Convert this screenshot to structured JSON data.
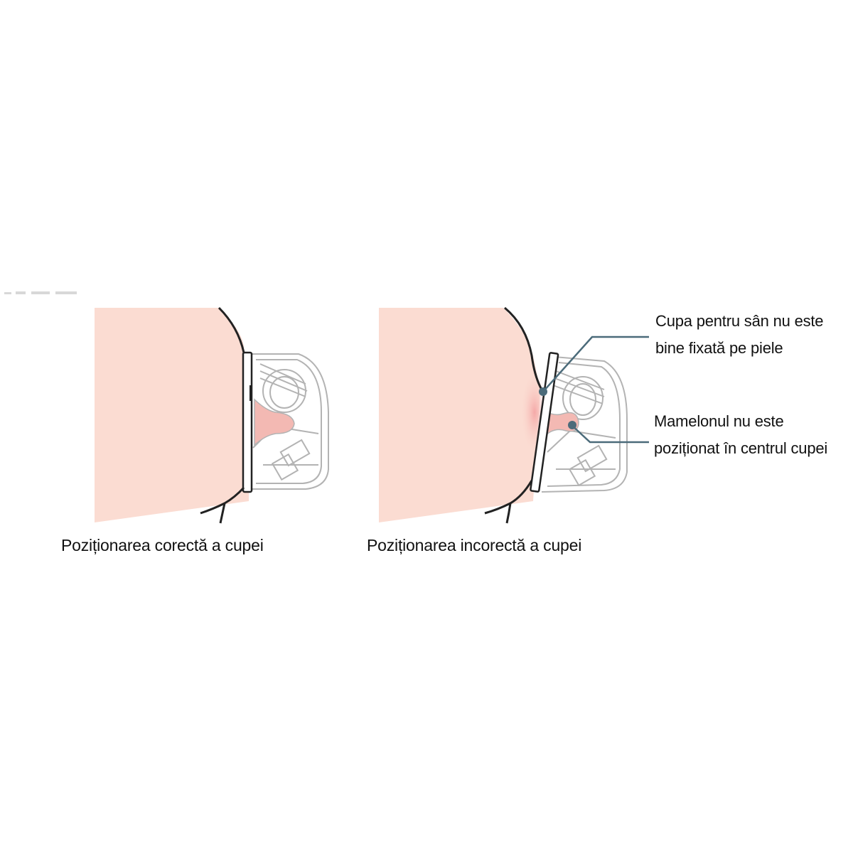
{
  "captions": {
    "correct": "Poziționarea corectă a cupei",
    "incorrect": "Poziționarea incorectă a cupei"
  },
  "callouts": {
    "seal": {
      "line1": "Cupa pentru sân nu este",
      "line2": "bine fixată pe piele"
    },
    "nipple": {
      "line1": "Mamelonul nu este",
      "line2": "poziționat în centrul cupei"
    }
  },
  "colors": {
    "skin": "#fbdcd2",
    "nipple": "#f3b9b3",
    "outline": "#222222",
    "cup_line": "#b3b3b3",
    "callout_line": "#4b6b7a",
    "background": "#ffffff"
  }
}
